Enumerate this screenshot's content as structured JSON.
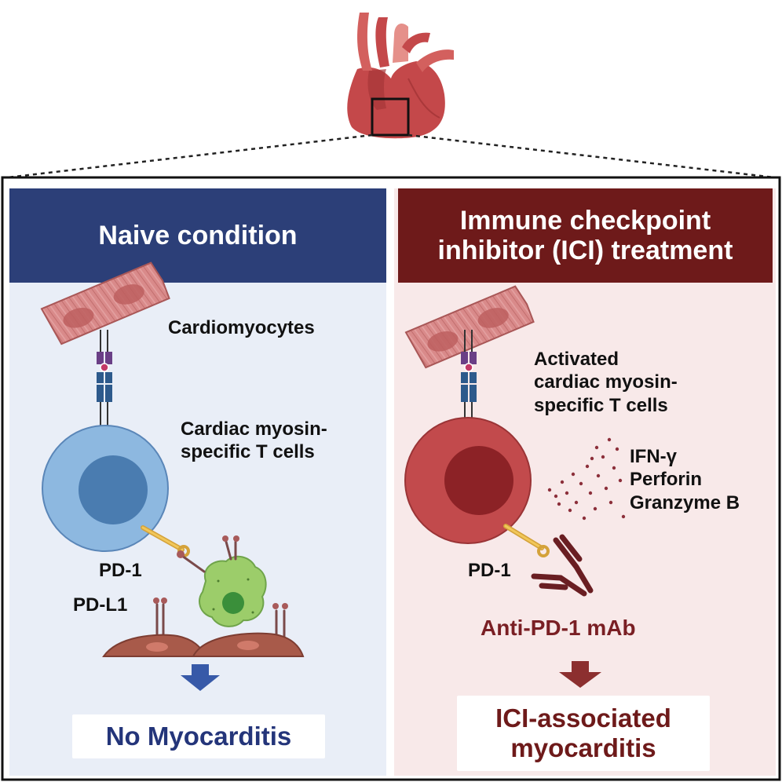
{
  "left_panel": {
    "title": "Naive condition",
    "labels": {
      "cardiomyocytes": "Cardiomyocytes",
      "tcells_line1": "Cardiac myosin-",
      "tcells_line2": "specific T cells",
      "pd1": "PD-1",
      "pdl1": "PD-L1"
    },
    "outcome": "No Myocarditis"
  },
  "right_panel": {
    "title_line1": "Immune checkpoint",
    "title_line2": "inhibitor (ICI) treatment",
    "labels": {
      "activated_line1": "Activated",
      "activated_line2": "cardiac myosin-",
      "activated_line3": "specific T cells",
      "cytokine_1": "IFN-γ",
      "cytokine_2": "Perforin",
      "cytokine_3": "Granzyme B",
      "pd1": "PD-1",
      "antibody": "Anti-PD-1 mAb"
    },
    "outcome_line1": "ICI-associated",
    "outcome_line2": "myocarditis"
  },
  "colors": {
    "left_header": "#2c3f78",
    "right_header": "#6e1a1a",
    "left_bg": "#e9eef7",
    "right_bg": "#f8e9e9",
    "naive_t_cell": "#8db8e0",
    "activated_t_cell": "#c24a4c",
    "heart": "#c4484a",
    "left_arrow": "#3759a8",
    "right_arrow": "#8c2f2f",
    "apc": "#9ccd6a"
  },
  "icons": [
    "heart-icon",
    "zoom-box",
    "cardiomyocyte-icon",
    "tcr-receptor-icon",
    "t-cell-icon",
    "pd1-receptor-icon",
    "pdl1-ligand-icon",
    "apc-cell-icon",
    "endothelial-cell-icon",
    "cytokine-particles",
    "antibody-icon",
    "down-arrow-icon"
  ]
}
